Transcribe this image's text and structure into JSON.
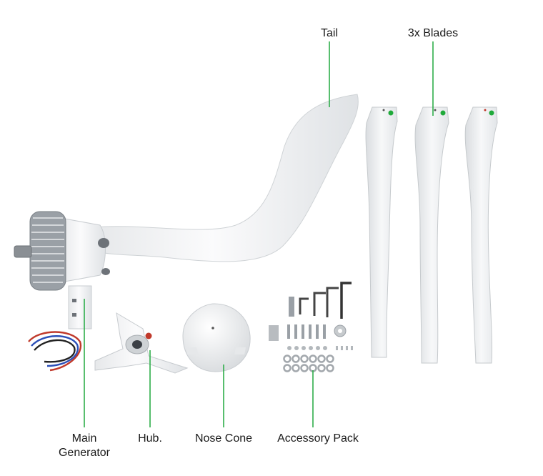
{
  "labels": {
    "tail": "Tail",
    "blades": "3x Blades",
    "main_generator_line1": "Main",
    "main_generator_line2": "Generator",
    "hub": "Hub.",
    "nose_cone": "Nose Cone",
    "accessory_pack": "Accessory Pack"
  },
  "colors": {
    "leader_line": "#2eae4a",
    "part_white": "#f4f5f6",
    "part_shade": "#d9dcdf",
    "metal": "#8a8f94",
    "marker_green": "#1faa3a",
    "marker_red": "#c0392b"
  }
}
